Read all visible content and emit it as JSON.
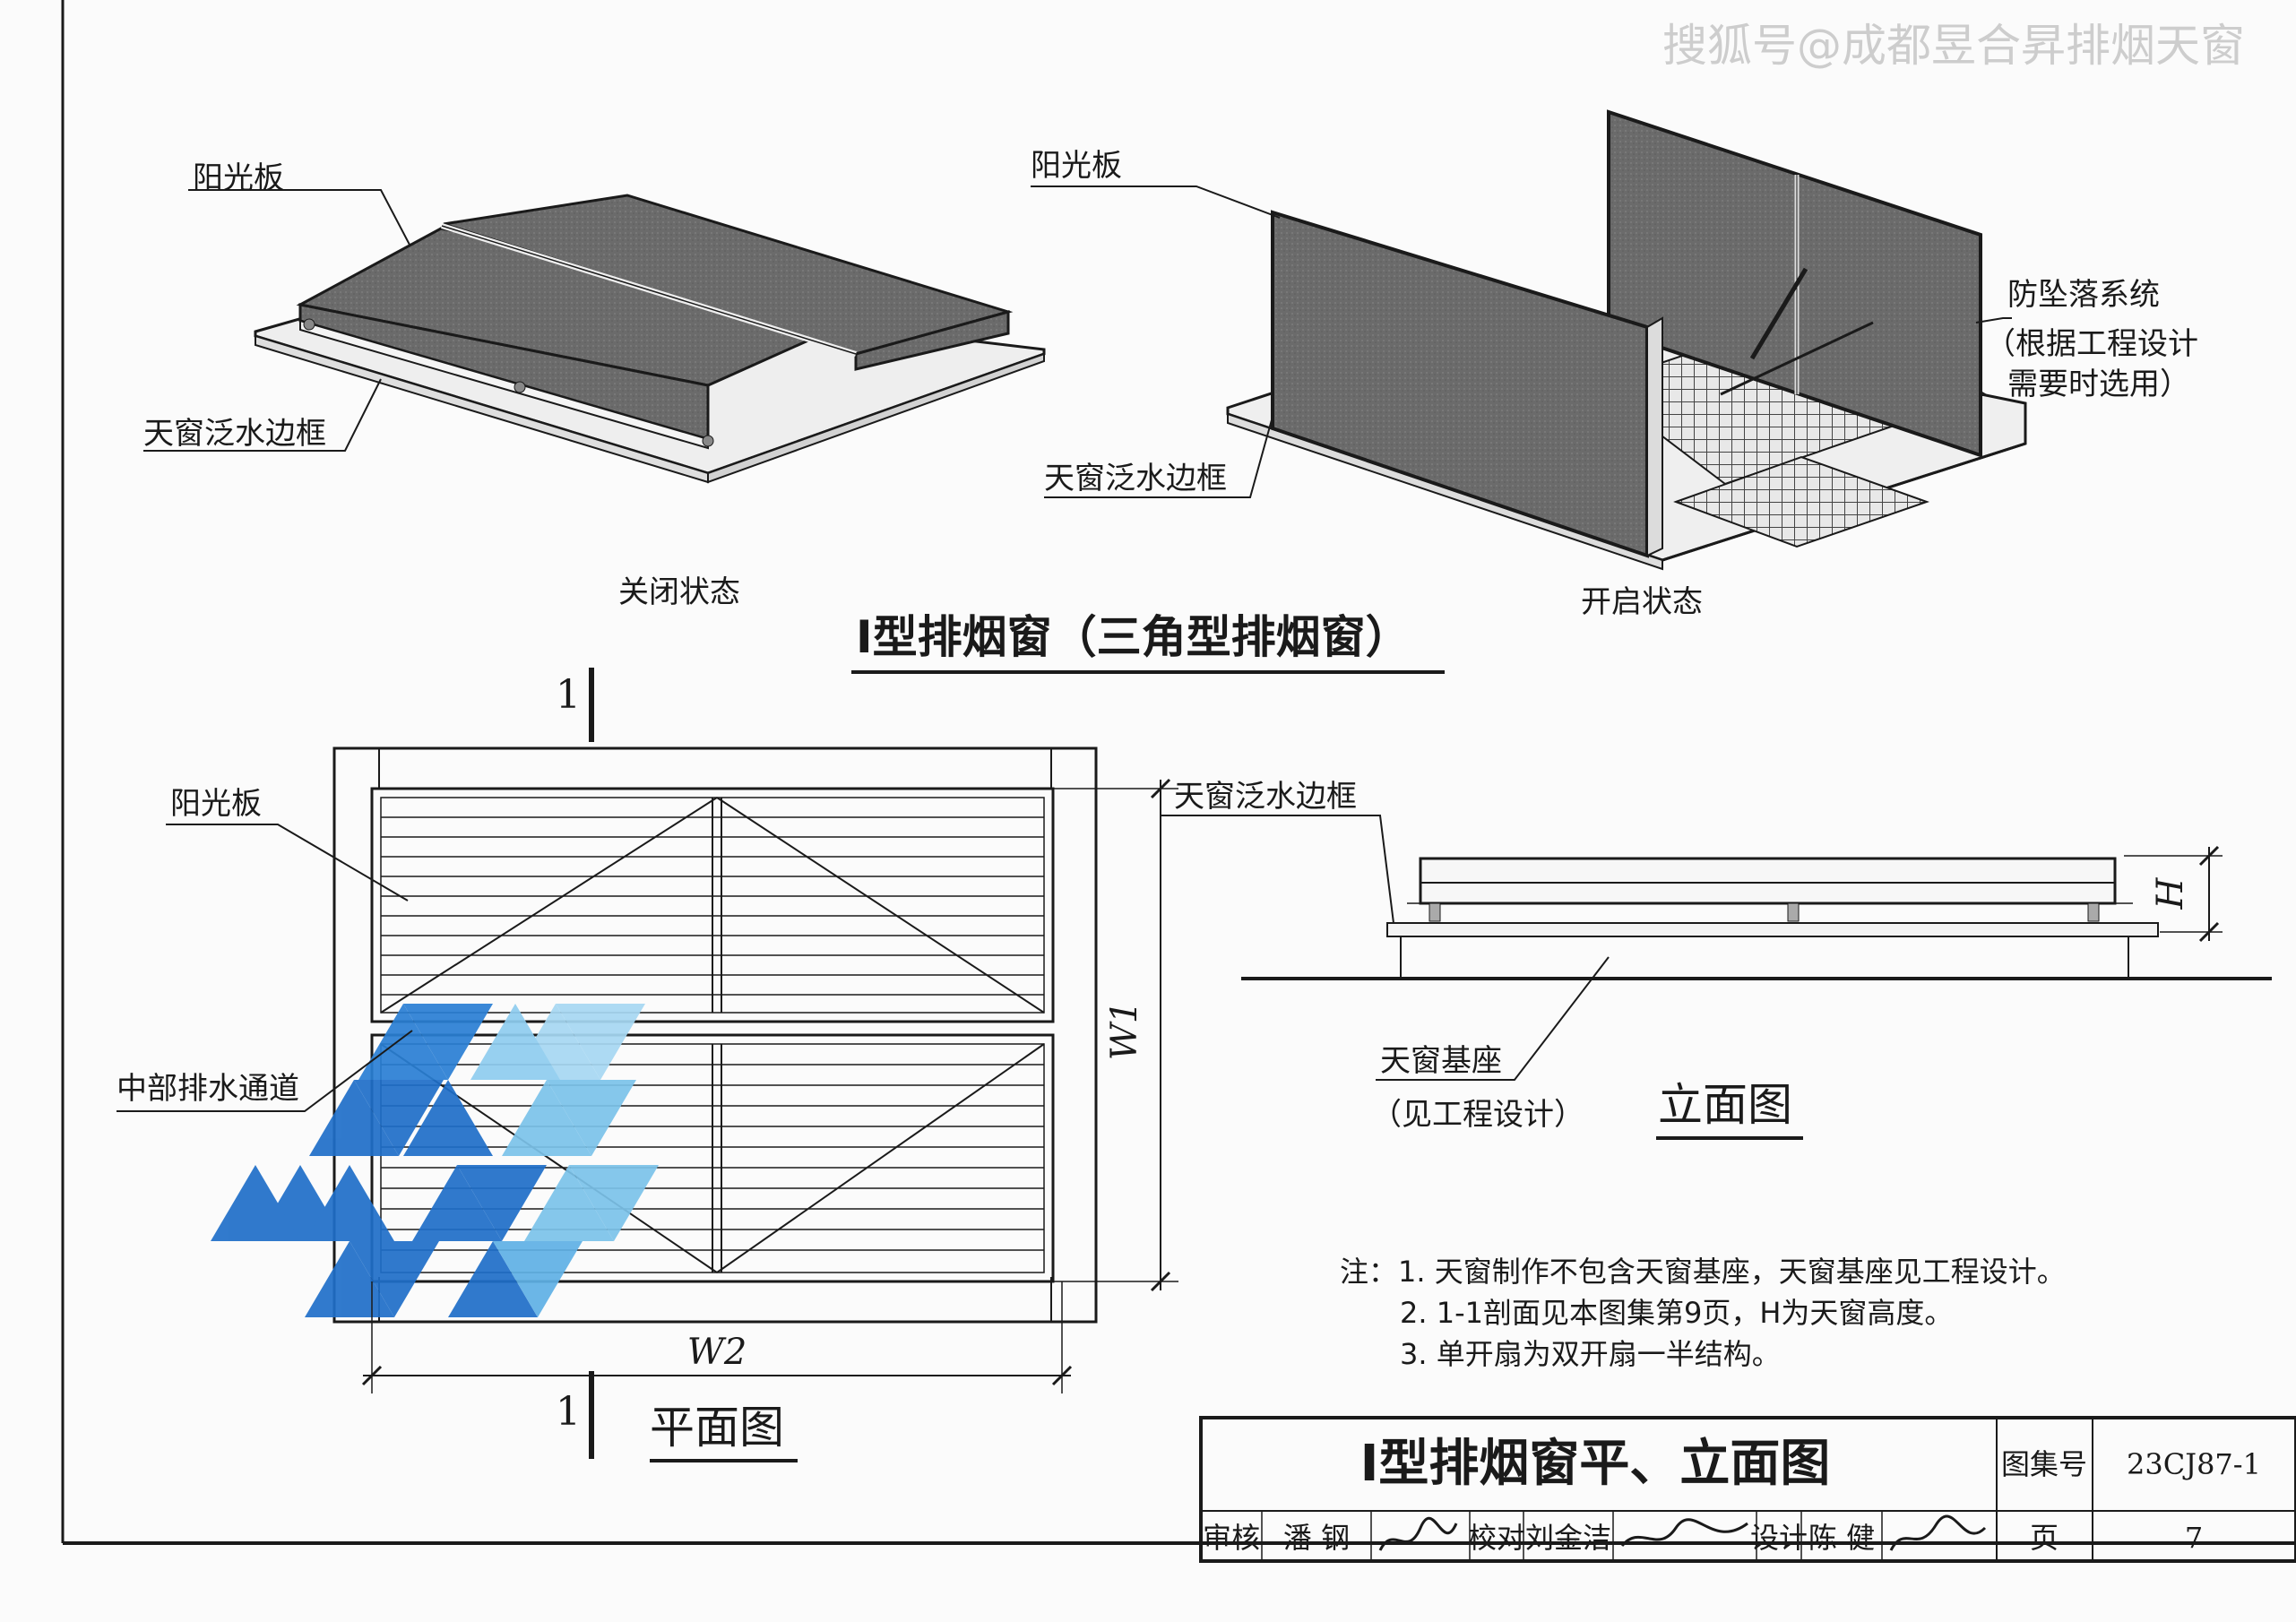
{
  "watermark": "搜狐号@成都昱合昇排烟天窗",
  "iso_closed": {
    "label_panel": "阳光板",
    "label_frame": "天窗泛水边框",
    "caption": "关闭状态"
  },
  "iso_open": {
    "label_panel": "阳光板",
    "label_system": "防坠落系统",
    "label_system_note_1": "（根据工程设计",
    "label_system_note_2": "需要时选用）",
    "label_frame": "天窗泛水边框",
    "caption": "开启状态"
  },
  "section_title": "Ⅰ型排烟窗（三角型排烟窗）",
  "plan": {
    "label_panel": "阳光板",
    "label_channel": "中部排水通道",
    "label_frame": "天窗泛水边框",
    "cut_mark_top": "1",
    "cut_mark_bottom": "1",
    "dim_w1": "W1",
    "dim_w2": "W2",
    "caption": "平面图"
  },
  "elevation": {
    "label_base": "天窗基座",
    "label_base_note": "（见工程设计）",
    "dim_h": "H",
    "caption": "立面图"
  },
  "notes": {
    "prefix": "注：",
    "items": [
      "1. 天窗制作不包含天窗基座，天窗基座见工程设计。",
      "2. 1-1剖面见本图集第9页，H为天窗高度。",
      "3. 单开扇为双开扇一半结构。"
    ]
  },
  "title_block": {
    "drawing_title": "Ⅰ型排烟窗平、立面图",
    "atlas_label": "图集号",
    "atlas_number": "23CJ87-1",
    "review_label": "审核",
    "reviewer": "潘 钢",
    "check_label": "校对",
    "checker": "刘金洁",
    "design_label": "设计",
    "designer": "陈 健",
    "page_label": "页",
    "page_number": "7"
  },
  "colors": {
    "ink": "#1a1a1a",
    "panel_gray": "#6f6f6f",
    "logo_blue": "#1f6fc9",
    "logo_light": "#7cc3ea",
    "watermark": "#cfcfcf"
  }
}
